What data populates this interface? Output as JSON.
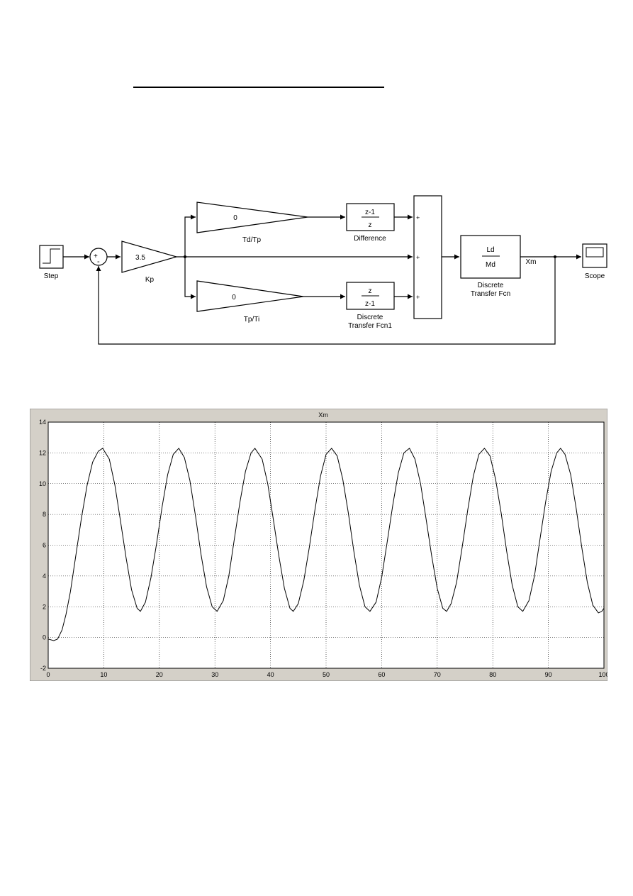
{
  "diagram": {
    "step": {
      "label": "Step"
    },
    "sum": {
      "plus": "+",
      "minus": "-"
    },
    "kp": {
      "value": "3.5",
      "label": "Kp"
    },
    "td_tp": {
      "value": "0",
      "label": "Td/Tp"
    },
    "tp_ti": {
      "value": "0",
      "label": "Tp/Ti"
    },
    "difference": {
      "num": "z-1",
      "den": "z",
      "label": "Difference"
    },
    "dtf1": {
      "num": "z",
      "den": "z-1",
      "label1": "Discrete",
      "label2": "Transfer Fcn1"
    },
    "sum3": {
      "signs": [
        "+",
        "+",
        "+"
      ]
    },
    "dtf": {
      "num": "Ld",
      "den": "Md",
      "label1": "Discrete",
      "label2": "Transfer Fcn"
    },
    "signal": {
      "label": "Xm"
    },
    "scope": {
      "label": "Scope"
    }
  },
  "chart_data": {
    "type": "line",
    "title": "Xm",
    "xlabel": "",
    "ylabel": "",
    "xlim": [
      0,
      100
    ],
    "ylim": [
      -2,
      14
    ],
    "xticks": [
      0,
      10,
      20,
      30,
      40,
      50,
      60,
      70,
      80,
      90,
      100
    ],
    "yticks": [
      -2,
      0,
      2,
      4,
      6,
      8,
      10,
      12,
      14
    ],
    "grid": true,
    "series": [
      {
        "x": [
          0,
          1,
          1.7,
          2.5,
          3.2,
          4,
          5,
          6,
          7,
          8,
          9,
          9.8,
          11,
          12,
          13,
          14,
          15,
          16,
          16.6,
          17.5,
          18.5,
          19.5,
          20.5,
          21.5,
          22.5,
          23.5,
          24.5,
          25.5,
          26.5,
          27.5,
          28.5,
          29.5,
          30.4,
          31.5,
          32.5,
          33.5,
          34.5,
          35.5,
          36.5,
          37.2,
          38.5,
          39.5,
          40.5,
          41.5,
          42.5,
          43.5,
          44.1,
          45,
          46,
          47,
          48,
          49,
          50,
          51,
          52,
          53,
          54,
          55,
          56,
          57,
          57.9,
          59,
          60,
          61,
          62,
          63,
          64,
          65,
          66,
          67,
          68,
          69,
          70,
          71,
          71.7,
          72.5,
          73.5,
          74.5,
          75.5,
          76.5,
          77.5,
          78.5,
          79.5,
          80.5,
          81.5,
          82.5,
          83.5,
          84.5,
          85.4,
          86.5,
          87.5,
          88.5,
          89.5,
          90.5,
          91.5,
          92.2,
          93,
          94,
          95,
          96,
          97,
          98,
          99,
          99.6,
          100
        ],
        "y": [
          -0.1,
          -0.2,
          -0.1,
          0.5,
          1.5,
          3,
          5.4,
          7.8,
          9.9,
          11.4,
          12.1,
          12.3,
          11.6,
          9.9,
          7.6,
          5.2,
          3.1,
          1.9,
          1.7,
          2.3,
          3.9,
          6.1,
          8.5,
          10.6,
          11.9,
          12.3,
          11.7,
          10.2,
          7.9,
          5.4,
          3.3,
          2,
          1.7,
          2.4,
          4,
          6.4,
          8.8,
          10.8,
          12,
          12.3,
          11.6,
          10,
          7.7,
          5.3,
          3.2,
          1.9,
          1.7,
          2.2,
          3.7,
          5.9,
          8.3,
          10.5,
          11.9,
          12.3,
          11.8,
          10.3,
          8.1,
          5.6,
          3.4,
          2,
          1.7,
          2.3,
          3.9,
          6.2,
          8.6,
          10.7,
          12,
          12.3,
          11.6,
          10,
          7.7,
          5.3,
          3.2,
          1.9,
          1.7,
          2.2,
          3.6,
          5.9,
          8.3,
          10.5,
          11.9,
          12.3,
          11.8,
          10.3,
          8.1,
          5.6,
          3.4,
          2,
          1.7,
          2.4,
          4,
          6.4,
          8.8,
          10.8,
          12,
          12.3,
          11.9,
          10.6,
          8.4,
          5.9,
          3.6,
          2.1,
          1.6,
          1.7,
          1.9
        ]
      }
    ]
  }
}
